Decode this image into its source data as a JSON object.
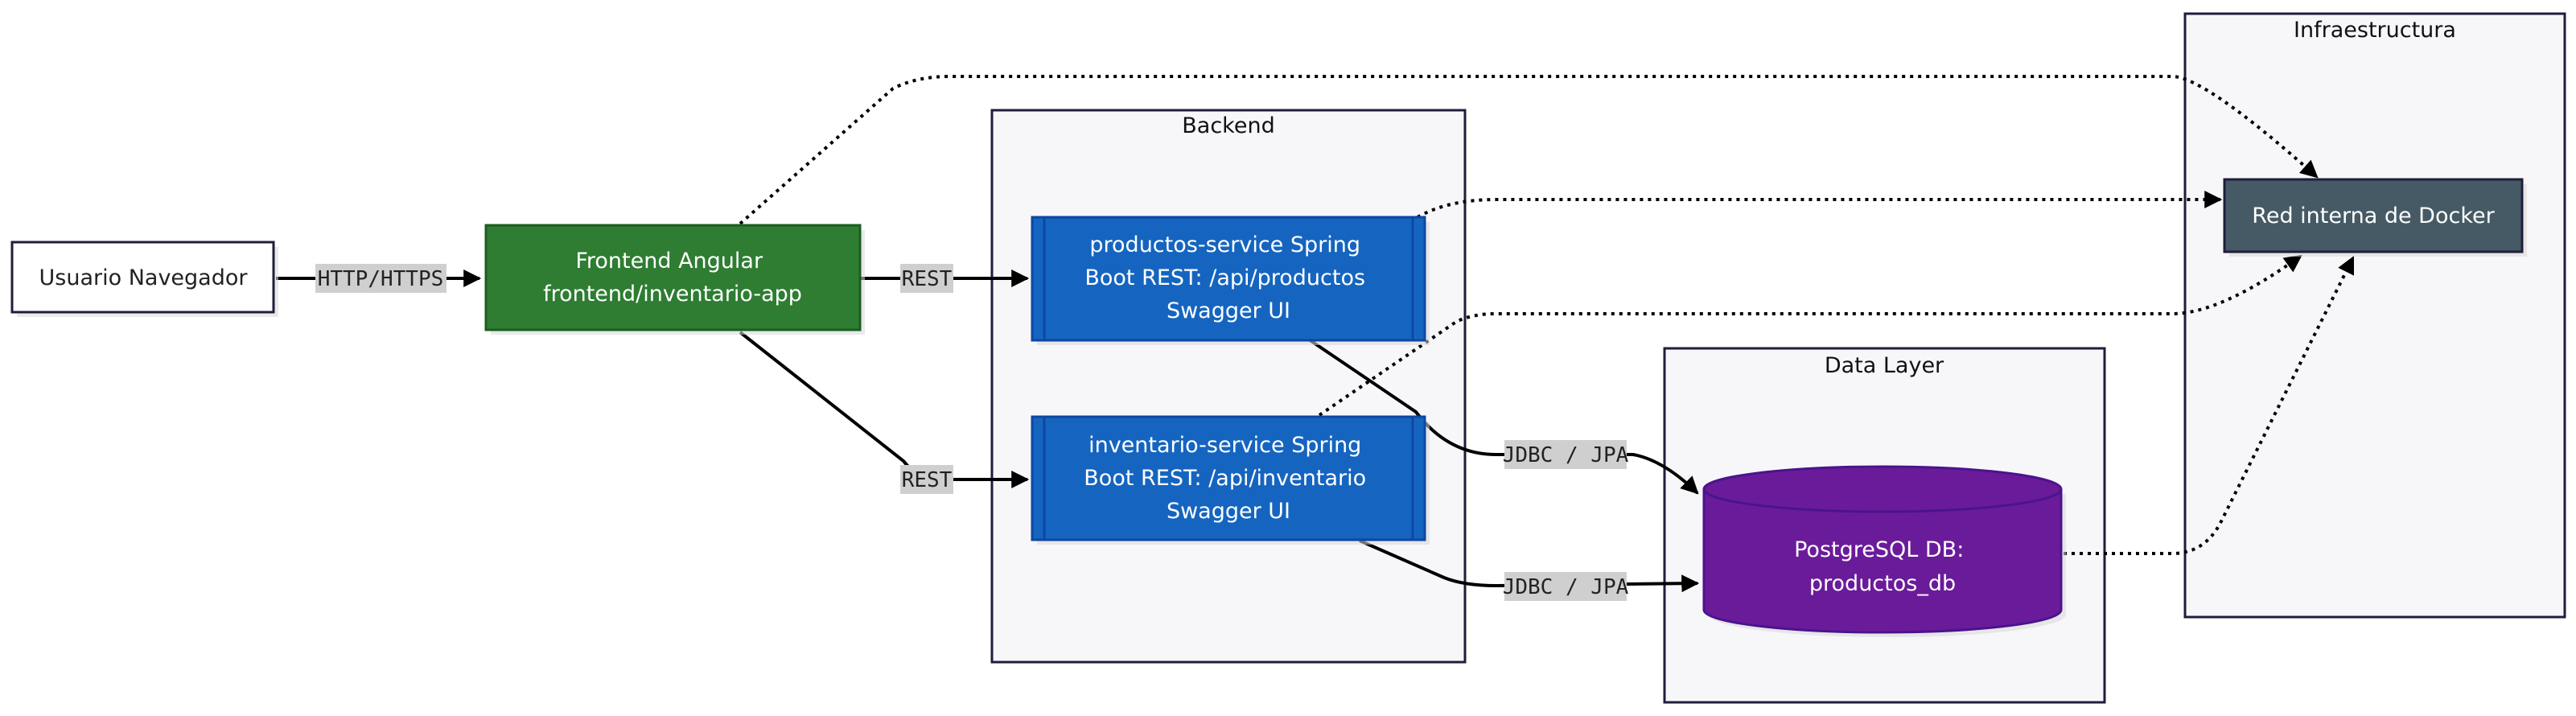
{
  "clusters": {
    "backend": "Backend",
    "data_layer": "Data Layer",
    "infra": "Infraestructura"
  },
  "nodes": {
    "user": "Usuario Navegador",
    "frontend": {
      "line1": "Frontend Angular",
      "line2": "frontend/inventario-app"
    },
    "productos": {
      "line1": "productos-service Spring",
      "line2": "Boot REST: /api/productos",
      "line3": "Swagger UI"
    },
    "inventario": {
      "line1": "inventario-service Spring",
      "line2": "Boot REST: /api/inventario",
      "line3": "Swagger UI"
    },
    "db": {
      "line1": "PostgreSQL DB:",
      "line2": "productos_db"
    },
    "docker": "Red interna de Docker"
  },
  "edges": {
    "http": "HTTP/HTTPS",
    "rest_productos": "REST",
    "rest_inventario": "REST",
    "jdbc_productos": "JDBC / JPA",
    "jdbc_inventario": "JDBC / JPA"
  },
  "colors": {
    "frontend": "#2e7d32",
    "service": "#1565c0",
    "db": "#6a1b9a",
    "docker": "#455a64",
    "cluster_fill": "#f7f7fa",
    "cluster_stroke": "#1e1e3c"
  }
}
